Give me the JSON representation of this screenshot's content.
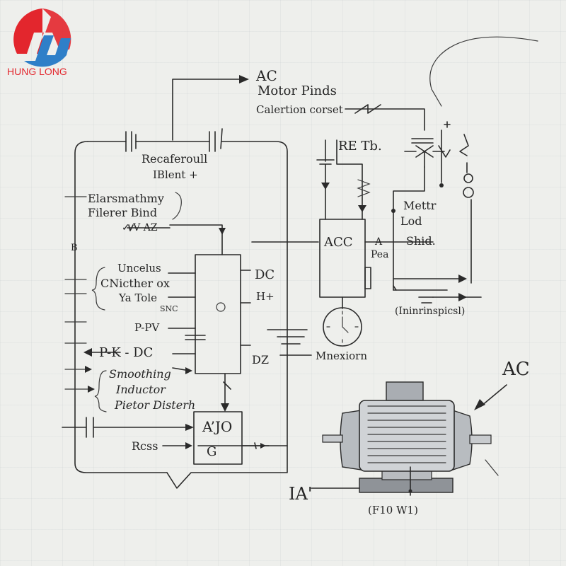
{
  "logo": {
    "brand": "HUNG LONG",
    "colors": {
      "red": "#e3262d",
      "blue": "#2f7fc8"
    }
  },
  "labels": {
    "ac_top": "AC",
    "motor_pinds": "Motor Pinds",
    "calertion": "Calertion corset",
    "recaferoull": "Recaferoull",
    "iblent": "IBlent +",
    "re_tb": "RE Tb.",
    "elarsmathmy": "Elarsmathmy",
    "filerer_bind": "Filerer Bind",
    "az": "✓ V AZ",
    "b_mark": "B",
    "mettr_lod": "Mettr\nLod",
    "acc": "ACC",
    "a_pea": "A\nPea",
    "shid": "Shid.",
    "uncelus": "Uncelus",
    "cnicther_ox": "CNicther ox",
    "ya_tole": "Ya Tole",
    "snc": "SNC",
    "dc_right": "DC",
    "h_plus": "H+",
    "ininrinspicsl": "(Ininrinspicsl)",
    "p_pv": "P-PV",
    "pk_dc": "P-K - DC",
    "dz": "DZ",
    "mnexiorn": "Mnexiorn",
    "smoothing": "Smoothing",
    "inductor": "Inductor",
    "pietor": "Pietor Disterh",
    "a_jo": "A’JO",
    "g": "G",
    "rcss": "Rcss",
    "ac_motor": "AC",
    "ia": "IA'",
    "flow": "(F10 W1)"
  }
}
